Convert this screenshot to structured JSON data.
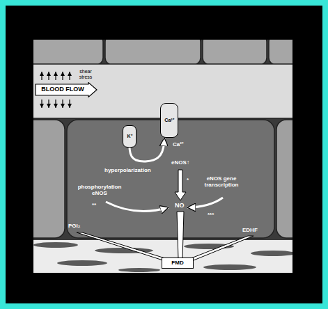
{
  "diagram": {
    "nodes": [
      {
        "text": [
          "BLOOD FLOW"
        ]
      },
      {
        "text": [
          "K⁺"
        ]
      },
      {
        "text": [
          "Ca²⁺"
        ]
      },
      {
        "text": [
          "FMD"
        ]
      }
    ],
    "edges": [
      {
        "from": 1,
        "to": 2,
        "arrow": "to",
        "label": "hyperpolarization"
      }
    ],
    "labels": [
      "shear stress",
      "Ca²⁺",
      "eNOS↑",
      "*",
      "NO",
      "phosphorylation eNOS",
      "**",
      "eNOS gene transcription",
      "***",
      "PGI₂",
      "EDHF"
    ]
  }
}
